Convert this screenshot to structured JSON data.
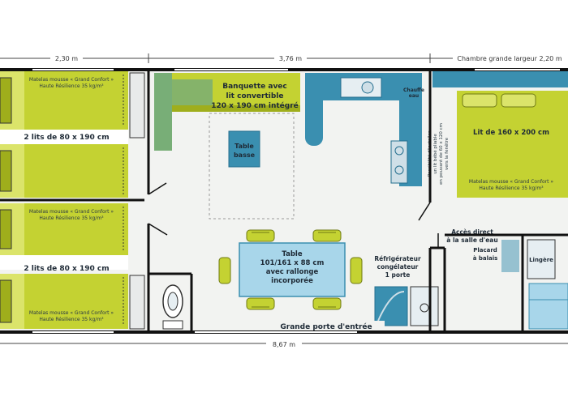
{
  "colors": {
    "wall": "#111111",
    "bed": "#c4d232",
    "bed_dark": "#9fae1c",
    "teal": "#3a8fb0",
    "teal_dark": "#256f8f",
    "floor": "#f2f3f1",
    "glass": "#a8d6ea"
  },
  "dimensions": {
    "left_width": "2,30 m",
    "middle_width": "3,76 m",
    "right_width": "Chambre grande largeur 2,20 m",
    "total_length": "8,67 m"
  },
  "rooms": {
    "bunk_top": {
      "title": "2 lits de 80 x 190 cm"
    },
    "bunk_bottom": {
      "title": "2 lits de 80 x 190 cm"
    },
    "mattress_note_l1": "Matelas mousse « Grand Confort »",
    "mattress_note_l2": "Haute Résilience 35 kg/m³",
    "banquette": {
      "line1": "Banquette avec",
      "line2": "lit convertible",
      "line3": "120 x 190 cm intégré"
    },
    "table_basse": {
      "line1": "Table",
      "line2": "basse"
    },
    "dining_table": {
      "line1": "Table",
      "line2": "101/161 x 88 cm",
      "line3": "avec rallonge",
      "line4": "incorporée"
    },
    "chauffe_eau": {
      "line1": "Chauffe",
      "line2": "eau"
    },
    "master_bed": {
      "title": "Lit de 160 x 200 cm"
    },
    "bed_possibility": {
      "line1": "Possibilité d'installer",
      "line2": "un lit bébé pliable",
      "line3": "en pouvant de 60 x 120 cm",
      "line4": "vers la fenêtre"
    },
    "fridge": {
      "line1": "Réfrigérateur",
      "line2": "congélateur",
      "line3": "1 porte"
    },
    "bathroom_access": {
      "line1": "Accès direct",
      "line2": "à la salle d'eau"
    },
    "placard": {
      "line1": "Placard",
      "line2": "à balais"
    },
    "lingerie": "Lingère",
    "entrance": "Grande porte d'entrée"
  }
}
